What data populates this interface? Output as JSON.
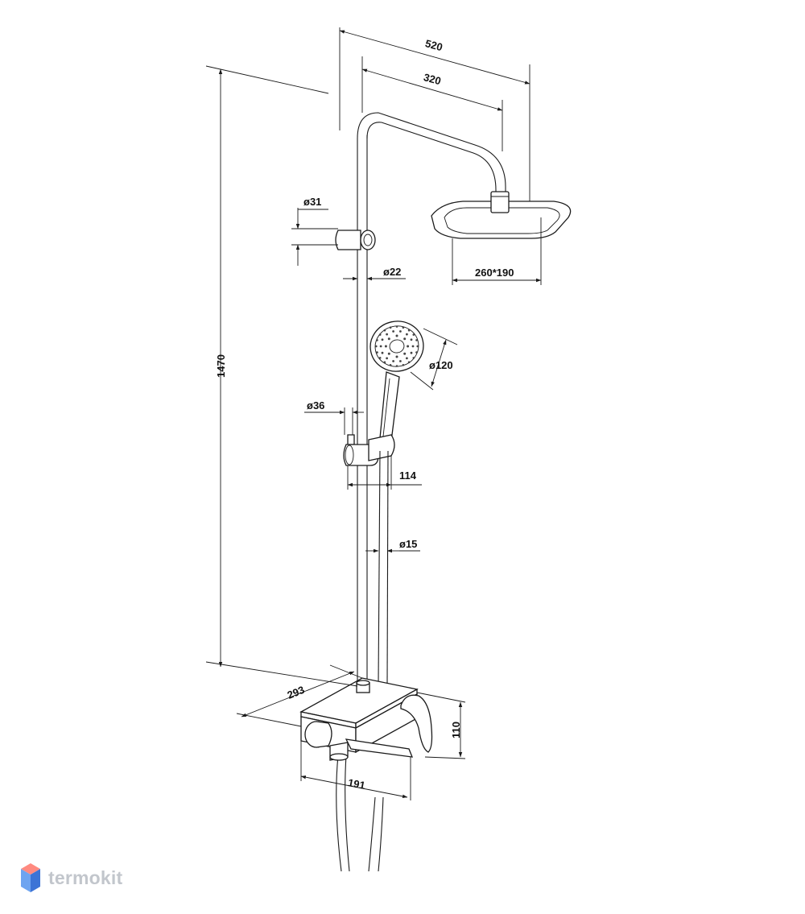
{
  "dimensions": {
    "total_width": "520",
    "arm_length": "320",
    "total_height": "1470",
    "holder_diameter": "ø31",
    "rail_diameter": "ø22",
    "overhead_size": "260*190",
    "hand_shower_diameter": "ø120",
    "slider_diameter": "ø36",
    "slider_offset": "114",
    "hose_diameter": "ø15",
    "shelf_depth": "293",
    "mixer_height": "110",
    "spout_length": "191"
  },
  "watermark": {
    "text": "termokit",
    "icon": "cube-logo-icon",
    "colors": {
      "top": "#ff8a80",
      "left": "#6ea4f0",
      "right": "#3c74d6"
    }
  }
}
